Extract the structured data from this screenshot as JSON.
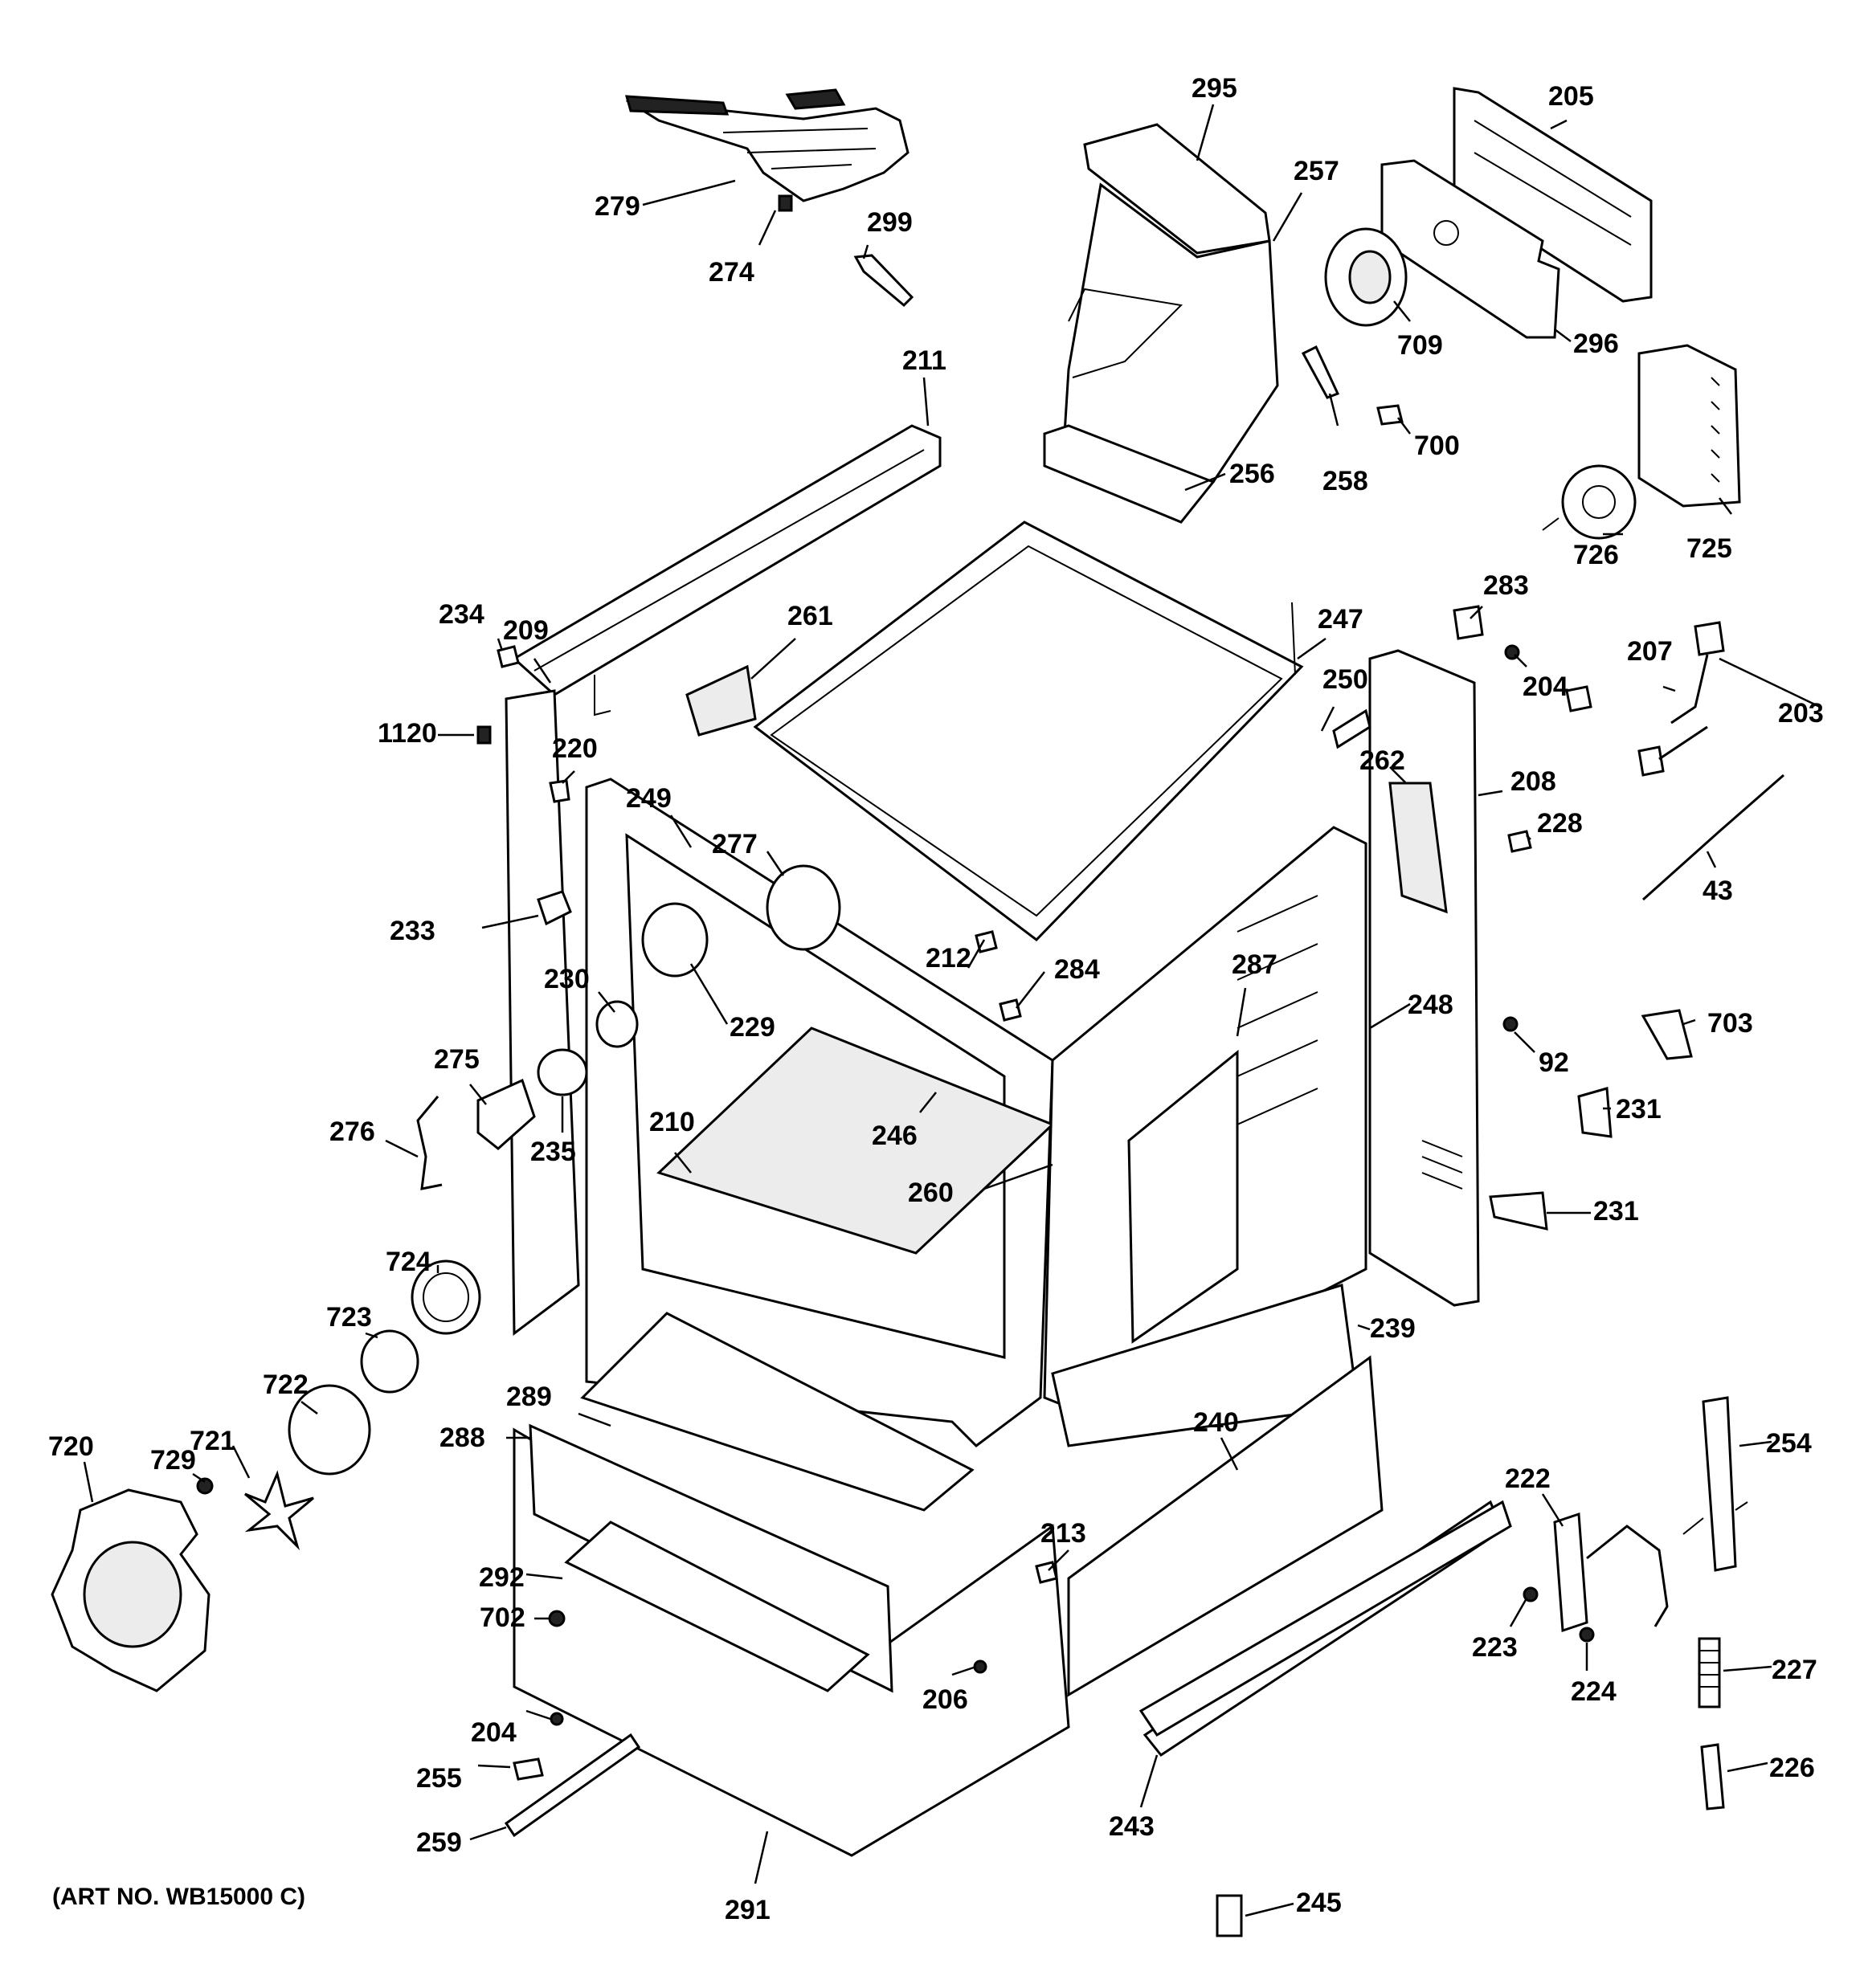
{
  "art_number": "(ART NO. WB15000 C)",
  "parts": [
    {
      "id": "279",
      "label": "279"
    },
    {
      "id": "274",
      "label": "274"
    },
    {
      "id": "299",
      "label": "299"
    },
    {
      "id": "295",
      "label": "295"
    },
    {
      "id": "257",
      "label": "257"
    },
    {
      "id": "205",
      "label": "205"
    },
    {
      "id": "709",
      "label": "709"
    },
    {
      "id": "296",
      "label": "296"
    },
    {
      "id": "211",
      "label": "211"
    },
    {
      "id": "258",
      "label": "258"
    },
    {
      "id": "700",
      "label": "700"
    },
    {
      "id": "256",
      "label": "256"
    },
    {
      "id": "726",
      "label": "726"
    },
    {
      "id": "725",
      "label": "725"
    },
    {
      "id": "234",
      "label": "234"
    },
    {
      "id": "209",
      "label": "209"
    },
    {
      "id": "261",
      "label": "261"
    },
    {
      "id": "283",
      "label": "283"
    },
    {
      "id": "247",
      "label": "247"
    },
    {
      "id": "207",
      "label": "207"
    },
    {
      "id": "204",
      "label": "204"
    },
    {
      "id": "203",
      "label": "203"
    },
    {
      "id": "1120",
      "label": "1120"
    },
    {
      "id": "250",
      "label": "250"
    },
    {
      "id": "220",
      "label": "220"
    },
    {
      "id": "262",
      "label": "262"
    },
    {
      "id": "208",
      "label": "208"
    },
    {
      "id": "249",
      "label": "249"
    },
    {
      "id": "228",
      "label": "228"
    },
    {
      "id": "277",
      "label": "277"
    },
    {
      "id": "43",
      "label": "43"
    },
    {
      "id": "233",
      "label": "233"
    },
    {
      "id": "212",
      "label": "212"
    },
    {
      "id": "284",
      "label": "284"
    },
    {
      "id": "287",
      "label": "287"
    },
    {
      "id": "230",
      "label": "230"
    },
    {
      "id": "229",
      "label": "229"
    },
    {
      "id": "248",
      "label": "248"
    },
    {
      "id": "703",
      "label": "703"
    },
    {
      "id": "92",
      "label": "92"
    },
    {
      "id": "275",
      "label": "275"
    },
    {
      "id": "231a",
      "label": "231"
    },
    {
      "id": "276",
      "label": "276"
    },
    {
      "id": "235",
      "label": "235"
    },
    {
      "id": "210",
      "label": "210"
    },
    {
      "id": "246",
      "label": "246"
    },
    {
      "id": "260",
      "label": "260"
    },
    {
      "id": "231b",
      "label": "231"
    },
    {
      "id": "724",
      "label": "724"
    },
    {
      "id": "723",
      "label": "723"
    },
    {
      "id": "722",
      "label": "722"
    },
    {
      "id": "239",
      "label": "239"
    },
    {
      "id": "289",
      "label": "289"
    },
    {
      "id": "721",
      "label": "721"
    },
    {
      "id": "288",
      "label": "288"
    },
    {
      "id": "720",
      "label": "720"
    },
    {
      "id": "729",
      "label": "729"
    },
    {
      "id": "240",
      "label": "240"
    },
    {
      "id": "254",
      "label": "254"
    },
    {
      "id": "222",
      "label": "222"
    },
    {
      "id": "213",
      "label": "213"
    },
    {
      "id": "292",
      "label": "292"
    },
    {
      "id": "702",
      "label": "702"
    },
    {
      "id": "223",
      "label": "223"
    },
    {
      "id": "227",
      "label": "227"
    },
    {
      "id": "206",
      "label": "206"
    },
    {
      "id": "224",
      "label": "224"
    },
    {
      "id": "204b",
      "label": "204"
    },
    {
      "id": "255",
      "label": "255"
    },
    {
      "id": "226",
      "label": "226"
    },
    {
      "id": "243",
      "label": "243"
    },
    {
      "id": "259",
      "label": "259"
    },
    {
      "id": "245",
      "label": "245"
    },
    {
      "id": "291",
      "label": "291"
    }
  ]
}
